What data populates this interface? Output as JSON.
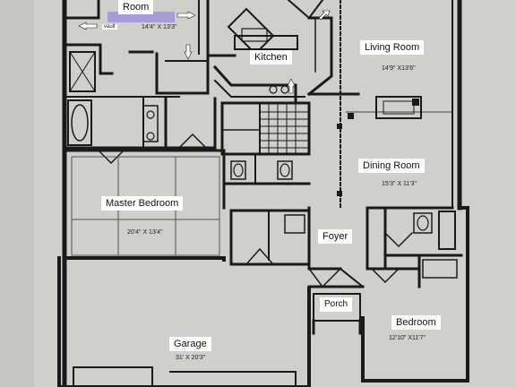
{
  "rooms": {
    "room": {
      "name": "Room",
      "dims": "14'4\" X 13'3\"",
      "note": "vault"
    },
    "living_room": {
      "name": "Living Room",
      "dims": "14'9\" X13'6\""
    },
    "kitchen": {
      "name": "Kitchen"
    },
    "dining_room": {
      "name": "Dining Room",
      "dims": "15'3\" X 11'3\""
    },
    "master_bedroom": {
      "name": "Master Bedroom",
      "dims": "20'4\" X 13'4\""
    },
    "foyer": {
      "name": "Foyer"
    },
    "porch": {
      "name": "Porch"
    },
    "bedroom": {
      "name": "Bedroom",
      "dims": "12'10\" X11'7\""
    },
    "garage": {
      "name": "Garage",
      "dims": "31' X 20'3\""
    }
  },
  "colors": {
    "paper": "#cfd0cb",
    "wall": "#1a1a1a",
    "label_bg": "#ffffff",
    "room_highlight": "#a99bd6",
    "arrow": "#ffffff"
  }
}
